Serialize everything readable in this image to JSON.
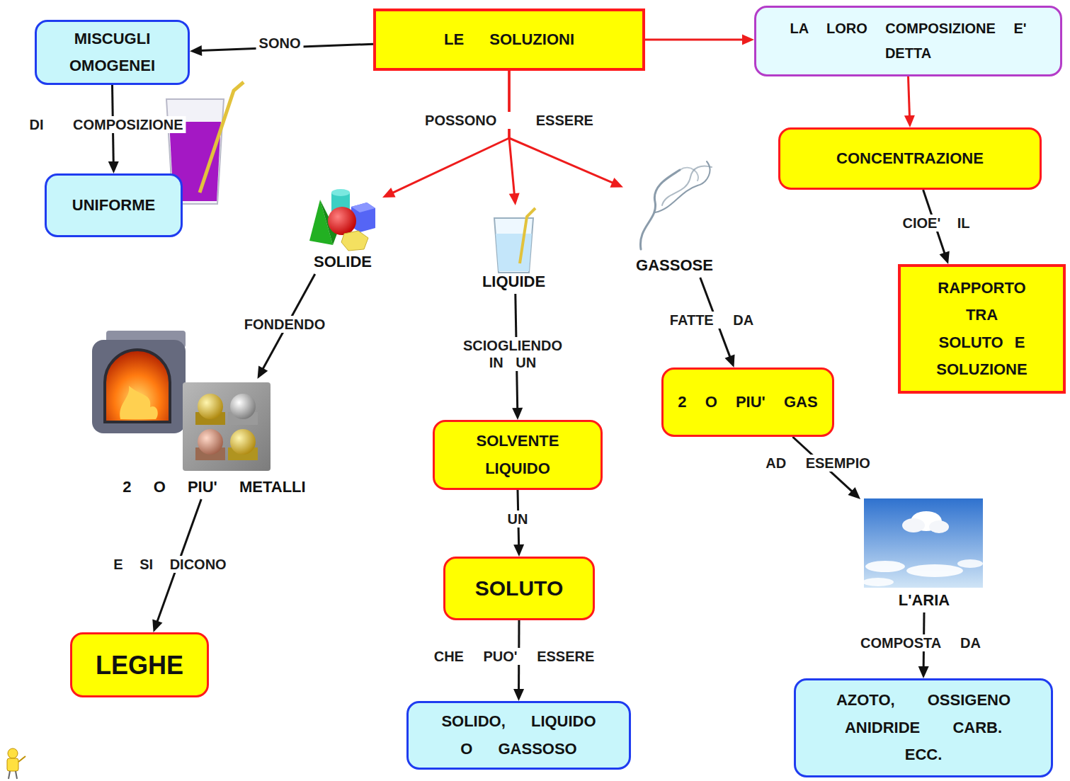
{
  "diagram": {
    "nodes": [
      {
        "text": [
          "LE SOLUZIONI"
        ]
      },
      {
        "text": [
          "MISCUGLI OMOGENEI"
        ]
      },
      {
        "text": [
          "LA LORO COMPOSIZIONE E' DETTA"
        ]
      },
      {
        "text": [
          "UNIFORME"
        ]
      },
      {
        "text": [
          "CONCENTRAZIONE"
        ]
      },
      {
        "text": [
          "SOLIDE"
        ]
      },
      {
        "text": [
          "LIQUIDE"
        ]
      },
      {
        "text": [
          "GASSOSE"
        ]
      },
      {
        "text": [
          "RAPPORTO TRA SOLUTO E SOLUZIONE"
        ]
      },
      {
        "text": [
          "SOLVENTE LIQUIDO"
        ]
      },
      {
        "text": [
          "2 O PIU' GAS"
        ]
      },
      {
        "text": [
          "2 O PIU' METALLI"
        ]
      },
      {
        "text": [
          "L'ARIA"
        ]
      },
      {
        "text": [
          "SOLUTO"
        ]
      },
      {
        "text": [
          "LEGHE"
        ]
      },
      {
        "text": [
          "SOLIDO, LIQUIDO O GASSOSO"
        ]
      },
      {
        "text": [
          "AZOTO, OSSIGENO ANIDRIDE CARB. ECC."
        ]
      }
    ],
    "edges": [
      {
        "from": 0,
        "to": 1,
        "label": "SONO",
        "arrow": "to"
      },
      {
        "from": 1,
        "to": 3,
        "label": "DI COMPOSIZIONE",
        "arrow": "to"
      },
      {
        "from": 0,
        "to": 2,
        "arrow": "to"
      },
      {
        "from": 2,
        "to": 4,
        "arrow": "to"
      },
      {
        "from": 4,
        "to": 8,
        "label": "CIOE' IL",
        "arrow": "to"
      },
      {
        "from": 0,
        "to": 5,
        "arrow": "to"
      },
      {
        "from": 0,
        "to": 6,
        "label": "POSSONO ESSERE",
        "arrow": "to"
      },
      {
        "from": 0,
        "to": 7,
        "arrow": "to"
      },
      {
        "from": 5,
        "to": 11,
        "label": "FONDENDO",
        "arrow": "to"
      },
      {
        "from": 11,
        "to": 14,
        "label": "E SI DICONO",
        "arrow": "to"
      },
      {
        "from": 6,
        "to": 9,
        "label": "SCIOGLIENDO IN UN",
        "arrow": "to"
      },
      {
        "from": 9,
        "to": 13,
        "label": "UN",
        "arrow": "to"
      },
      {
        "from": 13,
        "to": 15,
        "label": "CHE PUO' ESSERE",
        "arrow": "to"
      },
      {
        "from": 7,
        "to": 10,
        "label": "FATTE DA",
        "arrow": "to"
      },
      {
        "from": 10,
        "to": 12,
        "label": "AD ESEMPIO",
        "arrow": "to"
      },
      {
        "from": 12,
        "to": 16,
        "label": "COMPOSTA DA",
        "arrow": "to"
      }
    ]
  }
}
